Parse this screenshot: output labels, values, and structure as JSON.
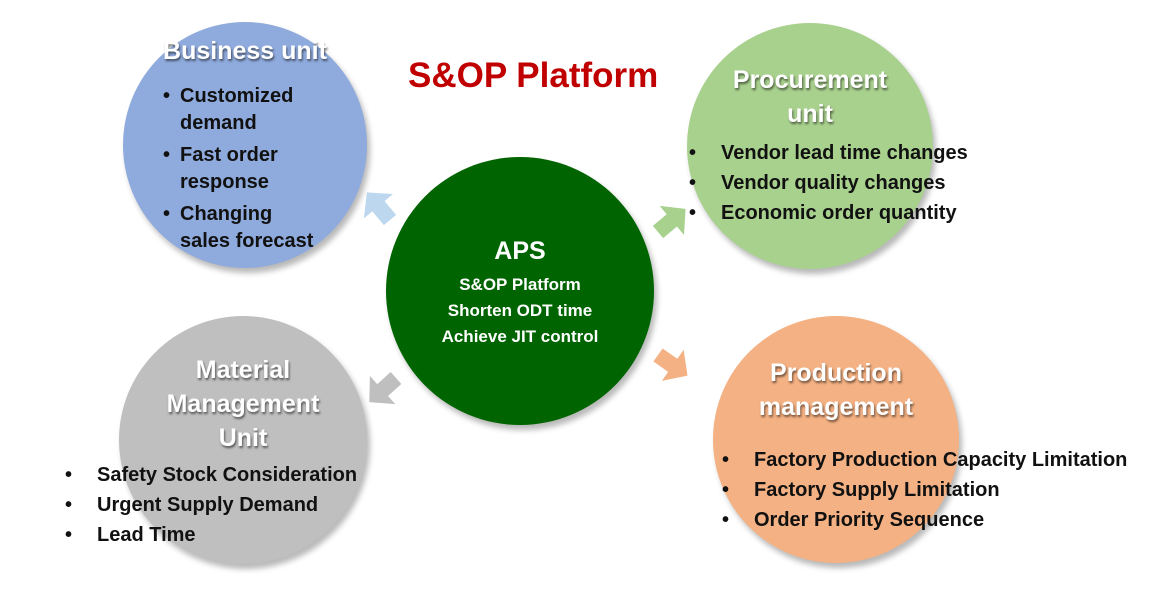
{
  "title": "S&OP Platform",
  "center": {
    "title": "APS",
    "lines": [
      "S&OP Platform",
      "Shorten ODT time",
      "Achieve JIT control"
    ]
  },
  "units": {
    "business": {
      "title_lines": [
        "Business unit"
      ],
      "items": [
        [
          "Customized",
          "demand"
        ],
        [
          "Fast order",
          "response"
        ],
        [
          "Changing",
          "sales forecast"
        ]
      ]
    },
    "procurement": {
      "title_lines": [
        "Procurement",
        "unit"
      ],
      "items": [
        "Vendor lead time changes",
        "Vendor quality changes",
        "Economic order quantity"
      ]
    },
    "material": {
      "title_lines": [
        "Material",
        "Management",
        "Unit"
      ],
      "items": [
        "Safety Stock Consideration",
        "Urgent Supply Demand",
        "Lead Time"
      ]
    },
    "production": {
      "title_lines": [
        "Production",
        "management"
      ],
      "items": [
        "Factory Production Capacity Limitation",
        "Factory Supply Limitation",
        "Order Priority Sequence"
      ]
    }
  },
  "colors": {
    "business": "#8faadc",
    "procurement": "#a9d18e",
    "material": "#bfbfbf",
    "production": "#f4b183",
    "center": "#006400",
    "title": "#c00000"
  }
}
